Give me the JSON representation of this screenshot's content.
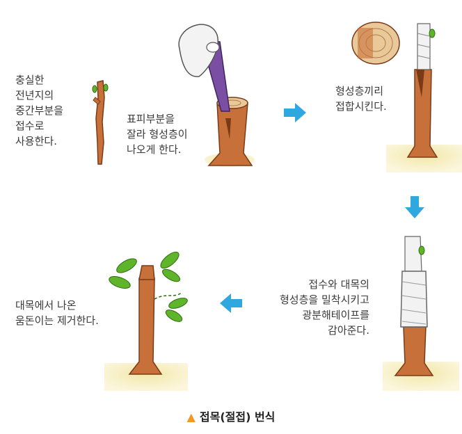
{
  "steps": [
    {
      "lines": [
        "충실한",
        "전년지의",
        "중간부분을",
        "접수로",
        "사용한다."
      ]
    },
    {
      "lines": [
        "표피부분을",
        "잘라 형성층이",
        "나오게 한다."
      ]
    },
    {
      "lines": [
        "형성층끼리",
        "접합시킨다."
      ]
    },
    {
      "lines": [
        "접수와 대목의",
        "형성층을 밀착시키고",
        "광분해테이프를",
        "감아준다."
      ]
    },
    {
      "lines": [
        "대목에서 나온",
        "움돈이는 제거한다."
      ]
    }
  ],
  "caption": {
    "marker": "▲",
    "text": "접목(절접) 번식"
  },
  "colors": {
    "arrow": "#2fa8e0",
    "wood": "#c8703a",
    "wood_dark": "#7a3a18",
    "soil": "#f3e7a8",
    "leaf": "#5fb52a",
    "tape": "#f2f2f2",
    "marker": "#f29a1e"
  },
  "icons": [
    "arrow-right-icon",
    "arrow-down-icon",
    "arrow-left-icon"
  ]
}
